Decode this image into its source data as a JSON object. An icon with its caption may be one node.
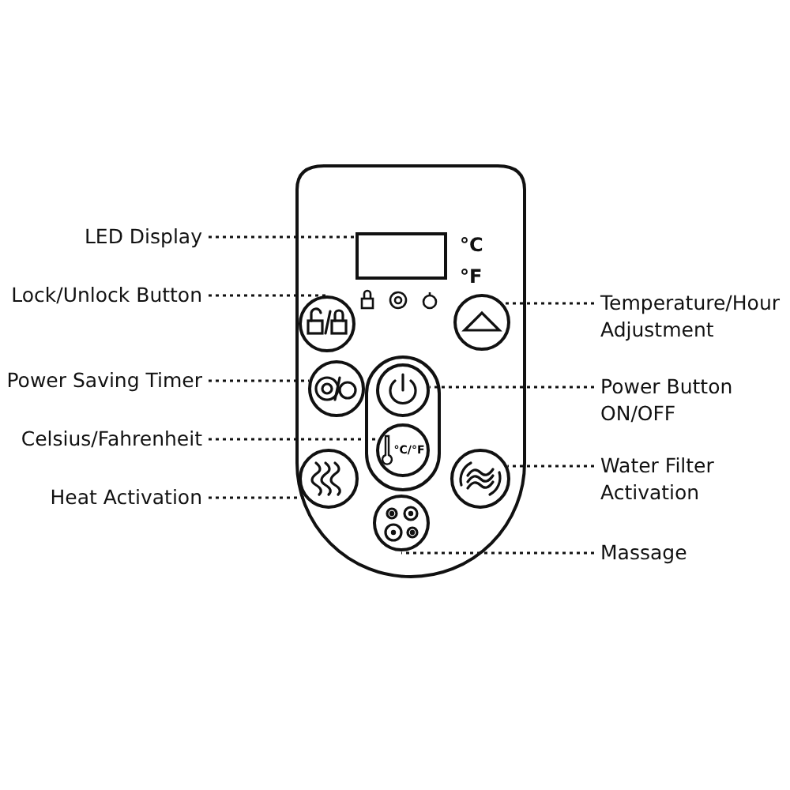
{
  "diagram": {
    "nodes": [
      {
        "text": [
          "LED Display"
        ]
      },
      {
        "text": [
          "Lock/Unlock Button"
        ]
      },
      {
        "text": [
          "Power Saving Timer"
        ]
      },
      {
        "text": [
          "Celsius/Fahrenheit"
        ]
      },
      {
        "text": [
          "Heat Activation"
        ]
      },
      {
        "text": [
          "Temperature/Hour Adjustment"
        ]
      },
      {
        "text": [
          "Power Button ON/OFF"
        ]
      },
      {
        "text": [
          "Water Filter Activation"
        ]
      },
      {
        "text": [
          "Massage"
        ]
      },
      {
        "text": [],
        "shape": "box",
        "beside": [
          "°C",
          "°F"
        ]
      },
      {
        "text": [],
        "shape": "circle"
      },
      {
        "text": [],
        "shape": "circle"
      },
      {
        "text": [
          "°C/°F"
        ]
      },
      {
        "text": [],
        "shape": "circle"
      },
      {
        "text": [],
        "shape": "circle"
      },
      {
        "text": [],
        "shape": "circle"
      },
      {
        "text": [],
        "shape": "circle"
      },
      {
        "text": [],
        "shape": "circle"
      }
    ],
    "edges": [
      {
        "from": 0,
        "to": 9,
        "arrow": "none"
      },
      {
        "from": 1,
        "to": 10,
        "arrow": "none"
      },
      {
        "from": 2,
        "to": 11,
        "arrow": "none"
      },
      {
        "from": 3,
        "to": 12,
        "arrow": "none"
      },
      {
        "from": 4,
        "to": 13,
        "arrow": "none"
      },
      {
        "from": 5,
        "to": 14,
        "arrow": "none"
      },
      {
        "from": 6,
        "to": 15,
        "arrow": "none"
      },
      {
        "from": 7,
        "to": 16,
        "arrow": "none"
      },
      {
        "from": 8,
        "to": 17,
        "arrow": "none"
      }
    ]
  }
}
